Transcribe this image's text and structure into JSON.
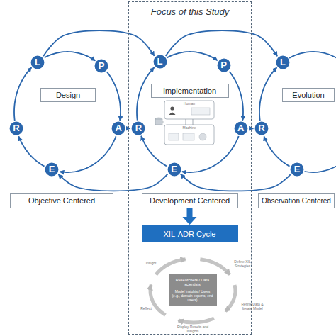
{
  "diagram": {
    "nodes": [
      {
        "text": [
          "Focus of this Study"
        ]
      },
      {
        "text": [
          "Design"
        ]
      },
      {
        "text": [
          "L"
        ]
      },
      {
        "text": [
          "P"
        ]
      },
      {
        "text": [
          "R"
        ]
      },
      {
        "text": [
          "A"
        ]
      },
      {
        "text": [
          "E"
        ]
      },
      {
        "text": [
          "Implementation"
        ],
        "in": 0
      },
      {
        "text": [
          "L"
        ],
        "in": 0
      },
      {
        "text": [
          "P"
        ],
        "in": 0
      },
      {
        "text": [
          "R"
        ],
        "in": 0
      },
      {
        "text": [
          "A"
        ],
        "in": 0
      },
      {
        "text": [
          "E"
        ],
        "in": 0
      },
      {
        "text": [
          "Evolution"
        ]
      },
      {
        "text": [
          "L"
        ]
      },
      {
        "text": [
          "R"
        ]
      },
      {
        "text": [
          "E"
        ]
      },
      {
        "text": [
          "Objective Centered"
        ]
      },
      {
        "text": [
          "Development Centered"
        ],
        "in": 0
      },
      {
        "text": [
          "Observation Centered"
        ]
      },
      {
        "text": [
          "XIL-ADR Cycle"
        ],
        "in": 0
      },
      {
        "text": [
          "Researchers / Data scientists",
          "Model Insights / Users (e.g., domain experts, end users)"
        ],
        "in": 0
      }
    ],
    "edges": [
      {
        "from": 2,
        "to": 3,
        "arrow": "to"
      },
      {
        "from": 3,
        "to": 5,
        "arrow": "to"
      },
      {
        "from": 5,
        "to": 6,
        "arrow": "to"
      },
      {
        "from": 6,
        "to": 4,
        "arrow": "to"
      },
      {
        "from": 4,
        "to": 2,
        "arrow": "to"
      },
      {
        "from": 8,
        "to": 9,
        "arrow": "to"
      },
      {
        "from": 9,
        "to": 11,
        "arrow": "to"
      },
      {
        "from": 11,
        "to": 12,
        "arrow": "to"
      },
      {
        "from": 12,
        "to": 10,
        "arrow": "to"
      },
      {
        "from": 10,
        "to": 8,
        "arrow": "to"
      },
      {
        "from": 16,
        "to": 15,
        "arrow": "to"
      },
      {
        "from": 15,
        "to": 14,
        "arrow": "to"
      },
      {
        "from": 5,
        "to": 10,
        "arrow": "to"
      },
      {
        "from": 11,
        "to": 15,
        "arrow": "to"
      },
      {
        "from": 2,
        "to": 8,
        "arrow": "to"
      },
      {
        "from": 8,
        "to": 14,
        "arrow": "to"
      },
      {
        "from": 12,
        "to": 6,
        "arrow": "to"
      },
      {
        "from": 16,
        "to": 12,
        "arrow": "to"
      },
      {
        "from": 18,
        "to": 20,
        "arrow": "to"
      }
    ],
    "labels": [
      "Human",
      "Machine",
      "Insight",
      "Define XIL Strategies",
      "Refine Data & Iterate Model",
      "Display Results and Insights",
      "Reflect"
    ]
  }
}
